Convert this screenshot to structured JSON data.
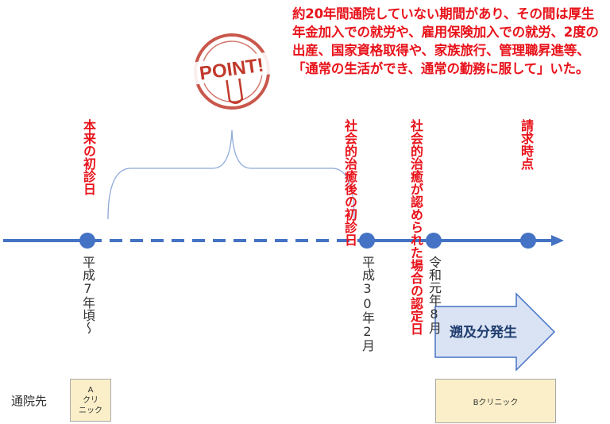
{
  "note": "約20年間通院していない期間があり、その間は厚生年金加入での就労や、雇用保険加入での就労、2度の出産、国家資格取得や、家族旅行、管理職昇進等、「通常の生活ができ、通常の勤務に服して」いた。",
  "stamp_text": "POINT!",
  "events": [
    {
      "label": "本来の初診日",
      "date": "平成7年頃〜"
    },
    {
      "label": "社会的治癒後の初診日",
      "date": "平成30年2月"
    },
    {
      "label": "社会的治癒が認められた場合の認定日",
      "date": "令和元年8月"
    },
    {
      "label": "請求時点",
      "date": ""
    }
  ],
  "arrow_label": "遡及分発生",
  "visit_label": "通院先",
  "clinics": [
    {
      "name": "A\nクリ\nニック"
    },
    {
      "name": "Bクリニック"
    }
  ],
  "colors": {
    "timeline": "#4472c4",
    "red_text": "#e8121a",
    "clinic_fill": "#fbefc9",
    "arrow_fill": "#dae3f3",
    "stamp": "#c0392b"
  }
}
